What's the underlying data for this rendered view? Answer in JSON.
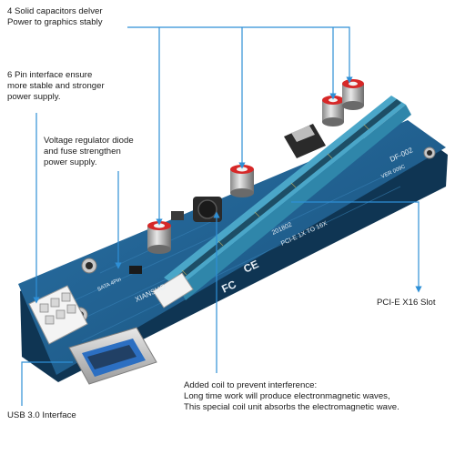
{
  "callouts": {
    "capacitors": {
      "lines": [
        "4 Solid capacitors delver",
        "Power to graphics stably"
      ]
    },
    "six_pin": {
      "lines": [
        "6 Pin interface ensure",
        "more stable and stronger",
        "power supply."
      ]
    },
    "voltage_regulator": {
      "lines": [
        "Voltage regulator diode",
        "and fuse strengthen",
        "power supply."
      ]
    },
    "pcie_slot": {
      "lines": [
        "PCI-E X16 Slot"
      ]
    },
    "usb": {
      "lines": [
        "USB 3.0 Interface"
      ]
    },
    "coil": {
      "lines": [
        "Added coil to prevent interference:",
        "Long time work will produce electronmagnetic waves,",
        "This special coil unit absorbs the electromagnetic wave."
      ]
    }
  },
  "board_markings": {
    "brand": "XIANSUO",
    "model": "DF-002",
    "version": "VER 009C",
    "adapter": "PCI-E 1X TO 16X",
    "code": "201802",
    "power": "SATA 4Pin"
  },
  "colors": {
    "pcb": "#1f5f8f",
    "pcb_dark": "#17496f",
    "slot": "#5bb8d8",
    "callout_line": "#2e8fd6",
    "text": "#1a1a1a"
  }
}
